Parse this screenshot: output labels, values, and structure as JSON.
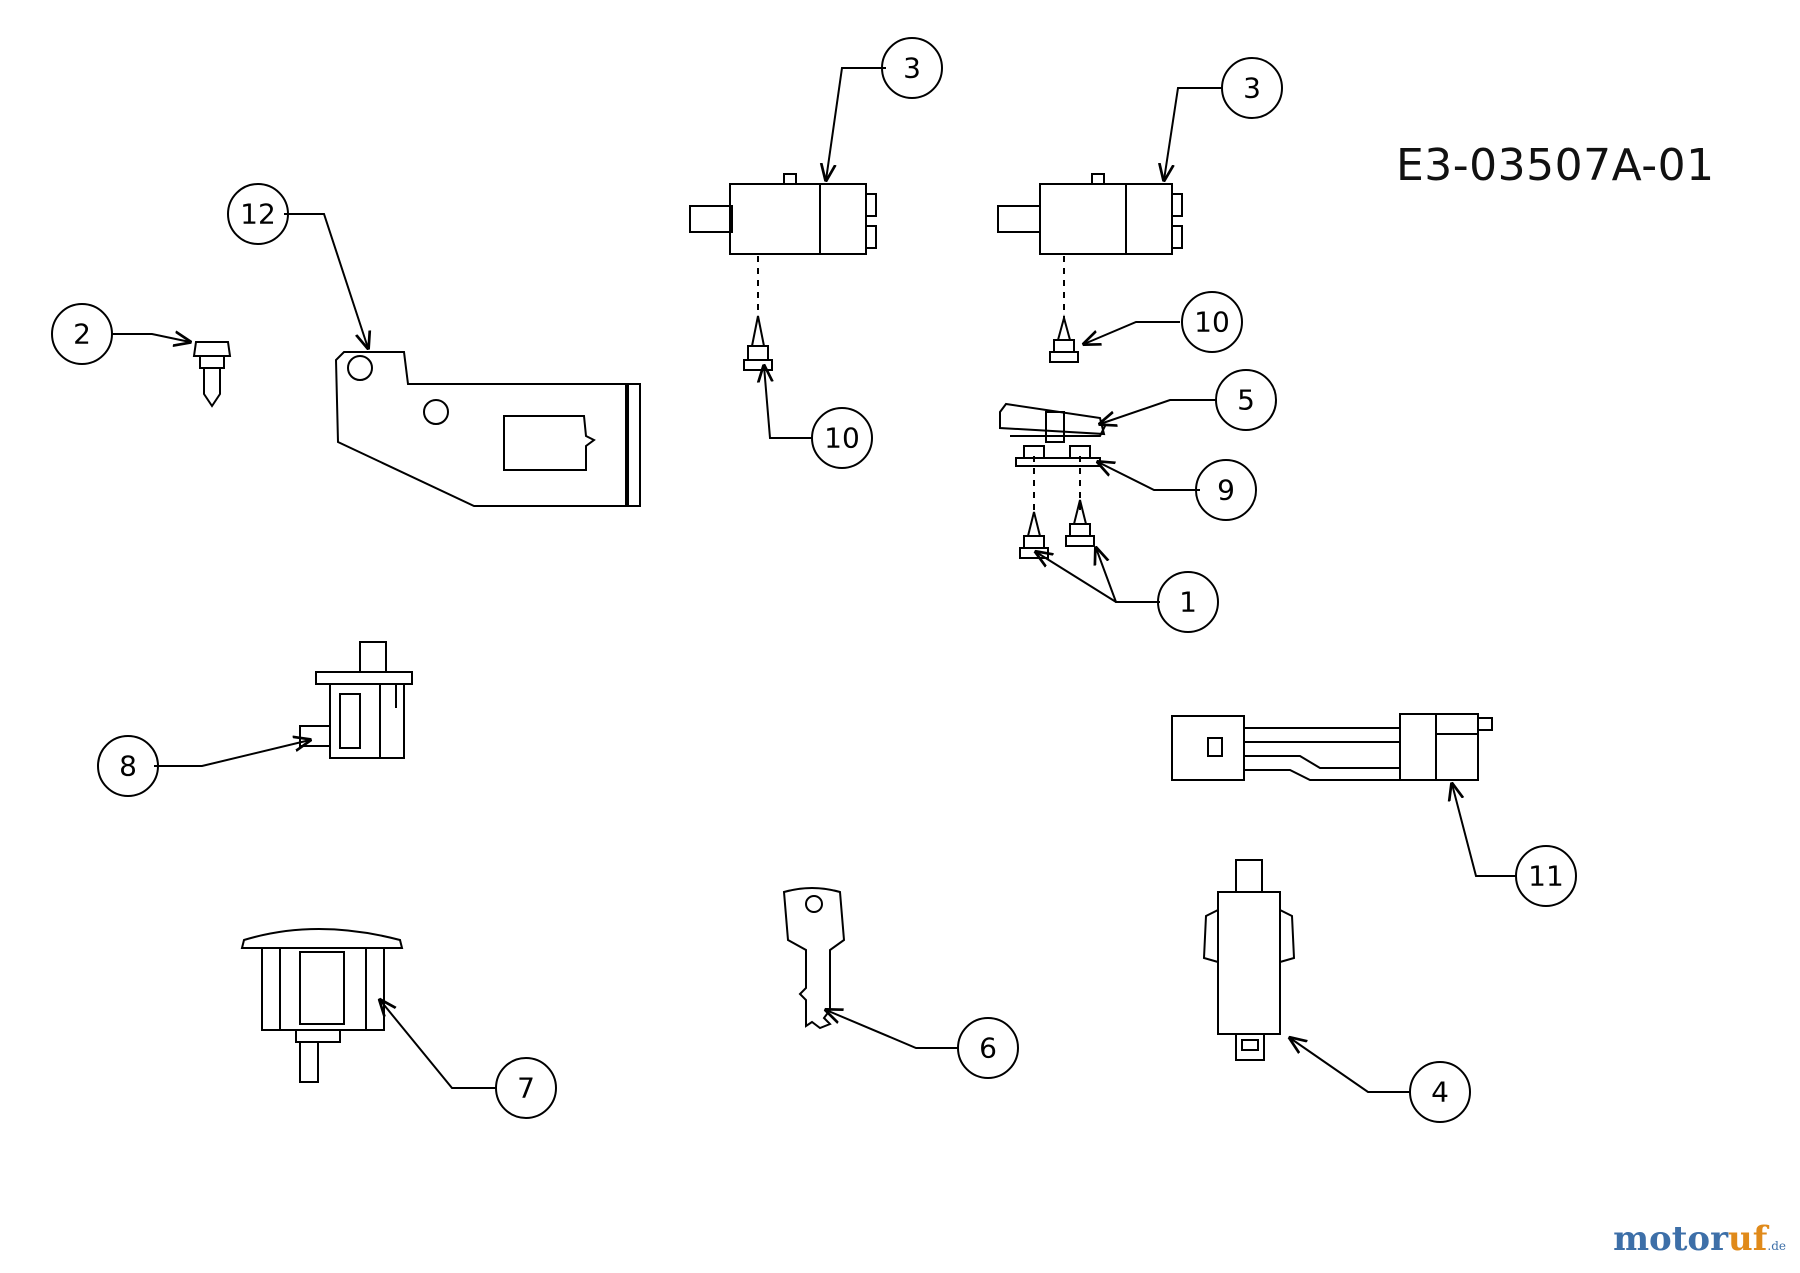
{
  "drawing_id": "E3-03507A-01",
  "watermark": {
    "brand_main": "motor",
    "brand_accent": "uf",
    "brand_suffix": ".de"
  },
  "callouts": [
    {
      "key": "c3a",
      "label": "3"
    },
    {
      "key": "c3b",
      "label": "3"
    },
    {
      "key": "c12",
      "label": "12"
    },
    {
      "key": "c2",
      "label": "2"
    },
    {
      "key": "c10a",
      "label": "10"
    },
    {
      "key": "c10b",
      "label": "10"
    },
    {
      "key": "c5",
      "label": "5"
    },
    {
      "key": "c9",
      "label": "9"
    },
    {
      "key": "c1",
      "label": "1"
    },
    {
      "key": "c8",
      "label": "8"
    },
    {
      "key": "c11",
      "label": "11"
    },
    {
      "key": "c7",
      "label": "7"
    },
    {
      "key": "c6",
      "label": "6"
    },
    {
      "key": "c4",
      "label": "4"
    }
  ],
  "colors": {
    "line": "#000000",
    "background": "#ffffff",
    "brand_blue": "#3d6fa8",
    "brand_orange": "#e08a1a"
  }
}
